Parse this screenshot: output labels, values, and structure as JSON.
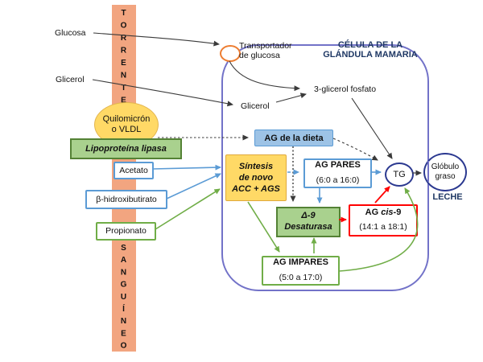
{
  "colors": {
    "bloodstream_bar": "#F2A580",
    "cell_membrane": "#7272C8",
    "navy_text": "#1F3864",
    "circle_border": "#2B3990",
    "gold_fill": "#FFD966",
    "green_fill": "#A9D18E",
    "green_border": "#548235",
    "blue_border": "#5B9BD5",
    "blue_fill": "#9DC3E6",
    "red_border": "#FF0000",
    "arrow_black": "#3a3a3a",
    "arrow_blue": "#5B9BD5",
    "arrow_green": "#70AD47",
    "arrow_red": "#FF0000"
  },
  "bloodstream": {
    "top_word": "TORRENTE",
    "bottom_word": "SANGUÍNEO"
  },
  "outside": {
    "glucosa": "Glucosa",
    "glicerol": "Glicerol",
    "quilomicron": "Quilomicrón\no VLDL",
    "lipoproteina_lipasa": "Lipoproteína lipasa",
    "acetato": "Acetato",
    "beta_hidroxibutirato": "β-hidroxibutirato",
    "propionato": "Propionato"
  },
  "cell": {
    "title": "CÉLULA DE LA\nGLÁNDULA MAMARIA",
    "transportador": "Transportador\nde glucosa",
    "glicerol_interno": "Glicerol",
    "glicerol_fosfato": "3-glicerol fosfato",
    "ag_dieta": "AG de la dieta",
    "sintesis_de_novo": "Síntesis\nde novo\nACC + AGS",
    "ag_pares": {
      "title": "AG PARES",
      "range": "(6:0 a 16:0)"
    },
    "desaturasa": "Δ-9\nDesaturasa",
    "ag_cis9": {
      "prefix": "AG ",
      "cis": "cis",
      "suffix": "-9",
      "range": "(14:1 a 18:1)"
    },
    "ag_impares": {
      "title": "AG IMPARES",
      "range": "(5:0 a 17:0)"
    },
    "tg": "TG",
    "globulo_graso": "Glóbulo\ngraso",
    "leche": "LECHE"
  }
}
